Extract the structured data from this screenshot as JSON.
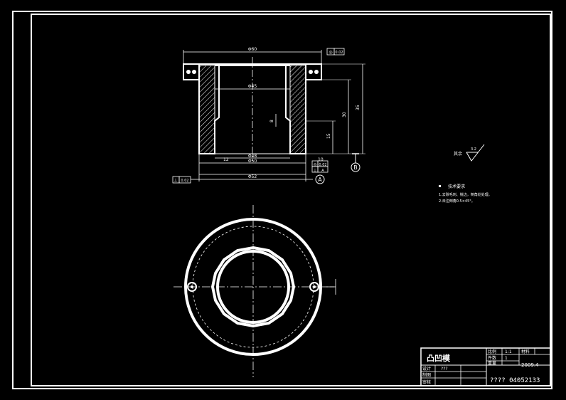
{
  "dims": {
    "top_width": "Φ60",
    "bore": "Φ45",
    "body_outer": "Φ48",
    "body_base": "Φ50",
    "base_outer": "Φ52",
    "small_left": "12",
    "small_mid": "8",
    "height_1": "15",
    "height_2": "30",
    "height_3": "35",
    "right_small": "10"
  },
  "datums": {
    "a": "A",
    "b": "B"
  },
  "tolerance": {
    "top_right": [
      "◎",
      "0.02"
    ],
    "right_top": [
      "◎",
      "0.02"
    ],
    "right_bottom": [
      "⊥",
      "A"
    ],
    "left": [
      "⊥",
      "0.02"
    ]
  },
  "surface_finish": {
    "label": "其余",
    "value": "3.2"
  },
  "tech_notes": {
    "heading": "技术要求",
    "line1": "1.去除毛刺、锐边，倒角处处理。",
    "line2": "2.未注倒角0.5×45°。"
  },
  "title_block": {
    "part_name": "凸凹模",
    "scale_label": "比例",
    "scale_value": "1:1",
    "material_label": "材料",
    "qty_label": "件数",
    "qty_value": "1",
    "weight_label": "重量",
    "date": "2009.4",
    "design_label": "设计",
    "design_value": "???",
    "draw_label": "制图",
    "check_label": "审核",
    "drawing_no": "???? 04052133"
  }
}
